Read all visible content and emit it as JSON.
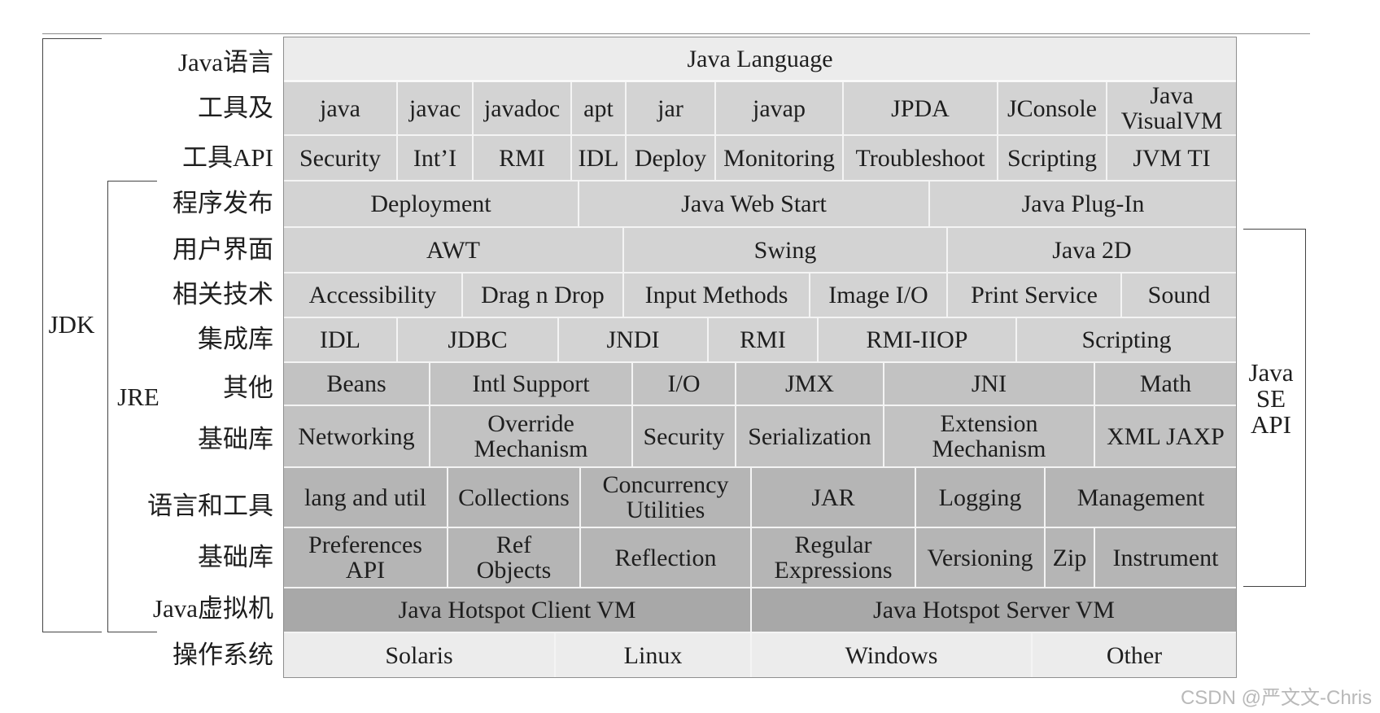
{
  "brackets": {
    "jdk": "JDK",
    "jre": "JRE",
    "java_se_api": "Java\nSE\nAPI"
  },
  "row_labels": [
    "Java语言",
    "工具及",
    "工具API",
    "程序发布",
    "用户界面",
    "相关技术",
    "集成库",
    "其他",
    "基础库",
    "语言和工具",
    "基础库",
    "Java虚拟机",
    "操作系统"
  ],
  "colors": {
    "light": "#ececec",
    "medium": "#d3d3d3",
    "dark": "#c2c2c2",
    "darker": "#b5b5b5",
    "vm": "#a8a8a8"
  },
  "rows": [
    {
      "shade": "light",
      "cells": [
        {
          "label": "Java Language",
          "span": 1
        }
      ]
    },
    {
      "shade": "medium",
      "cells": [
        {
          "label": "java"
        },
        {
          "label": "javac"
        },
        {
          "label": "javadoc"
        },
        {
          "label": "apt"
        },
        {
          "label": "jar"
        },
        {
          "label": "javap"
        },
        {
          "label": "JPDA"
        },
        {
          "label": "JConsole"
        },
        {
          "label": "Java\nVisualVM"
        }
      ]
    },
    {
      "shade": "medium",
      "cells": [
        {
          "label": "Security"
        },
        {
          "label": "Int’I"
        },
        {
          "label": "RMI"
        },
        {
          "label": "IDL"
        },
        {
          "label": "Deploy"
        },
        {
          "label": "Monitoring"
        },
        {
          "label": "Troubleshoot"
        },
        {
          "label": "Scripting"
        },
        {
          "label": "JVM TI"
        }
      ]
    },
    {
      "shade": "medium",
      "cells": [
        {
          "label": "Deployment"
        },
        {
          "label": "Java Web Start"
        },
        {
          "label": "Java Plug-In"
        }
      ]
    },
    {
      "shade": "medium",
      "cells": [
        {
          "label": "AWT"
        },
        {
          "label": "Swing"
        },
        {
          "label": "Java 2D"
        }
      ]
    },
    {
      "shade": "medium",
      "cells": [
        {
          "label": "Accessibility"
        },
        {
          "label": "Drag n Drop"
        },
        {
          "label": "Input Methods"
        },
        {
          "label": "Image I/O"
        },
        {
          "label": "Print Service"
        },
        {
          "label": "Sound"
        }
      ]
    },
    {
      "shade": "medium",
      "cells": [
        {
          "label": "IDL"
        },
        {
          "label": "JDBC"
        },
        {
          "label": "JNDI"
        },
        {
          "label": "RMI"
        },
        {
          "label": "RMI-IIOP"
        },
        {
          "label": "Scripting"
        }
      ]
    },
    {
      "shade": "dark",
      "cells": [
        {
          "label": "Beans"
        },
        {
          "label": "Intl Support"
        },
        {
          "label": "I/O"
        },
        {
          "label": "JMX"
        },
        {
          "label": "JNI"
        },
        {
          "label": "Math"
        }
      ]
    },
    {
      "shade": "dark",
      "cells": [
        {
          "label": "Networking"
        },
        {
          "label": "Override\nMechanism"
        },
        {
          "label": "Security"
        },
        {
          "label": "Serialization"
        },
        {
          "label": "Extension\nMechanism"
        },
        {
          "label": "XML JAXP"
        }
      ]
    },
    {
      "shade": "darker",
      "cells": [
        {
          "label": "lang and util"
        },
        {
          "label": "Collections"
        },
        {
          "label": "Concurrency\nUtilities"
        },
        {
          "label": "JAR"
        },
        {
          "label": "Logging"
        },
        {
          "label": "Management"
        }
      ]
    },
    {
      "shade": "darker",
      "cells": [
        {
          "label": "Preferences\nAPI"
        },
        {
          "label": "Ref\nObjects"
        },
        {
          "label": "Reflection"
        },
        {
          "label": "Regular\nExpressions"
        },
        {
          "label": "Versioning"
        },
        {
          "label": "Zip"
        },
        {
          "label": "Instrument"
        }
      ]
    },
    {
      "shade": "vm",
      "cells": [
        {
          "label": "Java Hotspot Client VM"
        },
        {
          "label": "Java Hotspot Server VM"
        }
      ]
    },
    {
      "shade": "light",
      "cells": [
        {
          "label": "Solaris"
        },
        {
          "label": "Linux"
        },
        {
          "label": "Windows"
        },
        {
          "label": "Other"
        }
      ]
    }
  ],
  "watermark": "CSDN @严文文-Chris"
}
